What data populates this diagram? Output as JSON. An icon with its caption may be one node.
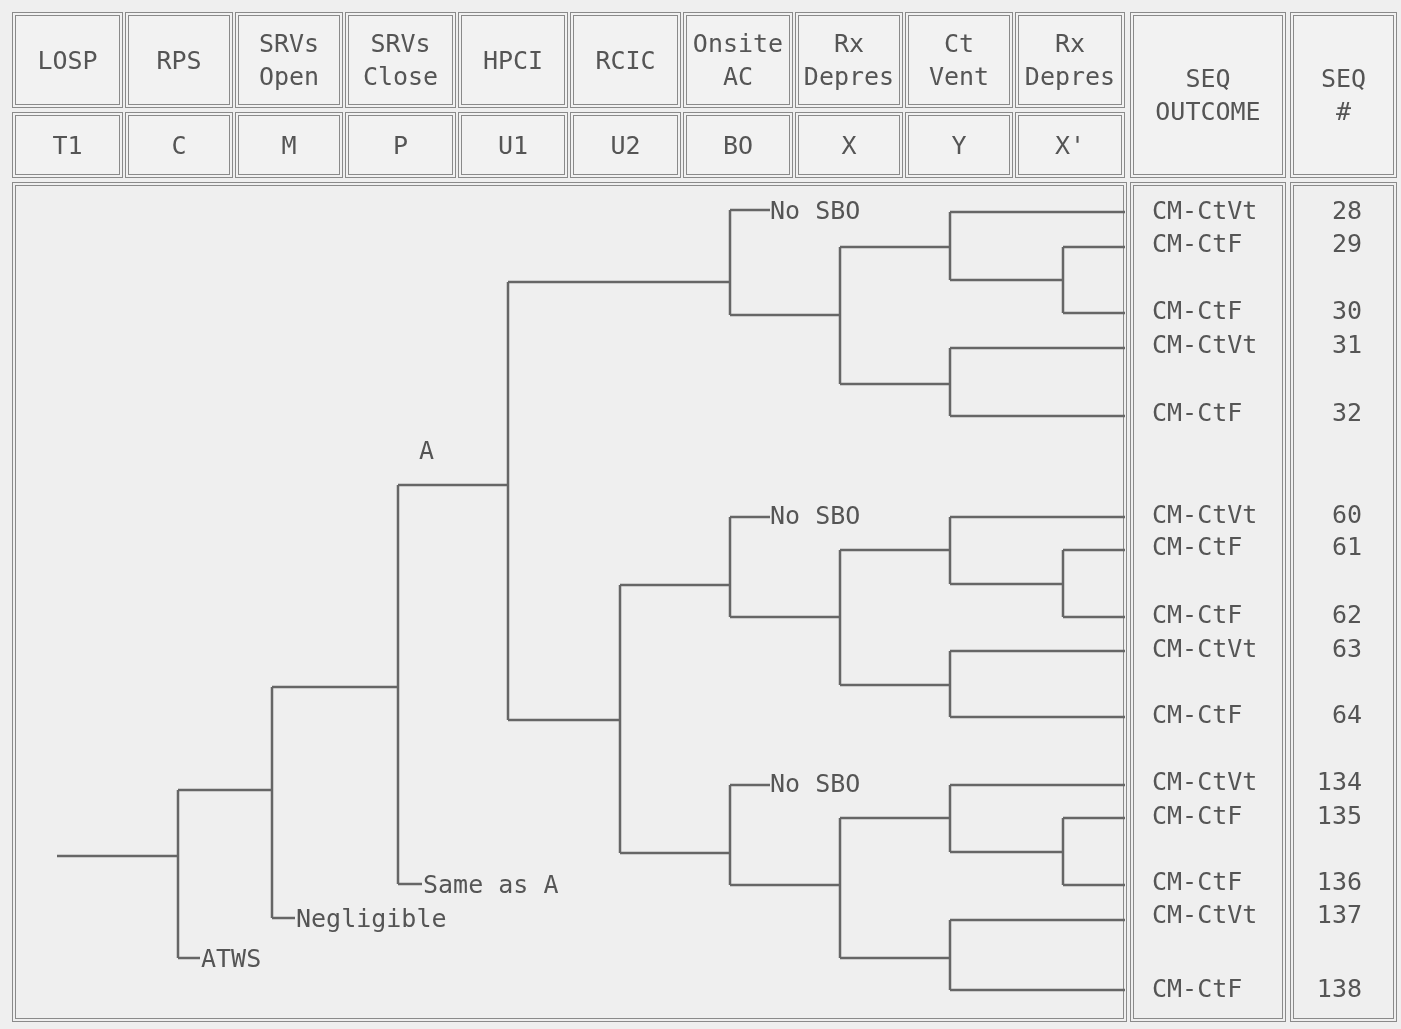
{
  "diagram": {
    "labels": [
      "LOSP",
      "RPS",
      "SRVs Open",
      "SRVs Close",
      "HPCI",
      "RCIC",
      "Onsite AC",
      "Rx Depres",
      "Ct Vent",
      "Rx Depres",
      "SEQ OUTCOME",
      "SEQ #",
      "T1",
      "C",
      "M",
      "P",
      "U1",
      "U2",
      "BO",
      "X",
      "Y",
      "X'",
      "No SBO",
      "A",
      "No SBO",
      "No SBO",
      "Same as A",
      "Negligible",
      "ATWS",
      "CM-CtVt",
      "28",
      "CM-CtF",
      "29",
      "CM-CtF",
      "30",
      "CM-CtVt",
      "31",
      "CM-CtF",
      "32",
      "CM-CtVt",
      "60",
      "CM-CtF",
      "61",
      "CM-CtF",
      "62",
      "CM-CtVt",
      "63",
      "CM-CtF",
      "64",
      "CM-CtVt",
      "134",
      "CM-CtF",
      "135",
      "CM-CtF",
      "136",
      "CM-CtVt",
      "137",
      "CM-CtF",
      "138"
    ]
  }
}
